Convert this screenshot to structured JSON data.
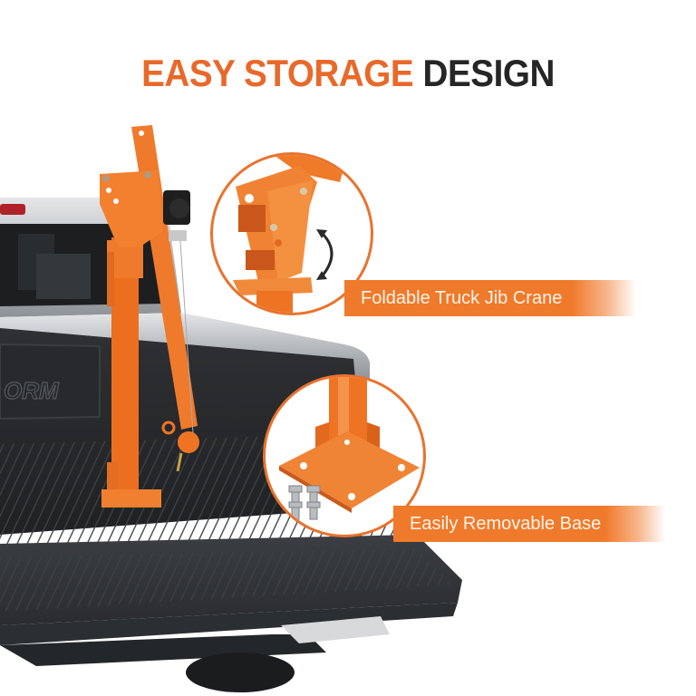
{
  "headline": {
    "accent_text": "EASY STORAGE",
    "dark_text": "DESIGN"
  },
  "features": [
    {
      "label": "Foldable Truck Jib Crane",
      "icon": "rotate-arrow-icon"
    },
    {
      "label": "Easily Removable Base",
      "icon": "bolts-icon"
    }
  ],
  "truck": {
    "bed_mat_text": "ORM"
  },
  "colors": {
    "accent": "#e8692a",
    "banner": "#f07a2b",
    "dark": "#262626",
    "crane": "#ee7424"
  }
}
